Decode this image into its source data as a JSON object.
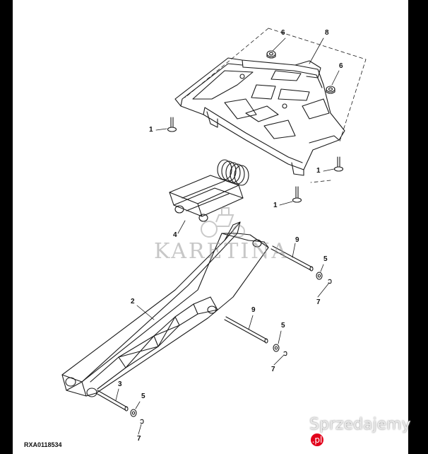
{
  "drawing": {
    "id": "RXA0118534",
    "watermark": "KARETINA",
    "badge_text": "Sprzedajemy",
    "badge_suffix": ".pl"
  },
  "callouts": [
    {
      "key": "c6a",
      "text": "6"
    },
    {
      "key": "c8",
      "text": "8"
    },
    {
      "key": "c6b",
      "text": "6"
    },
    {
      "key": "c1a",
      "text": "1"
    },
    {
      "key": "c1b",
      "text": "1"
    },
    {
      "key": "c1c",
      "text": "1"
    },
    {
      "key": "c4",
      "text": "4"
    },
    {
      "key": "c9a",
      "text": "9"
    },
    {
      "key": "c5a",
      "text": "5"
    },
    {
      "key": "c7a",
      "text": "7"
    },
    {
      "key": "c2",
      "text": "2"
    },
    {
      "key": "c9b",
      "text": "9"
    },
    {
      "key": "c5b",
      "text": "5"
    },
    {
      "key": "c7b",
      "text": "7"
    },
    {
      "key": "c3",
      "text": "3"
    },
    {
      "key": "c5c",
      "text": "5"
    },
    {
      "key": "c7c",
      "text": "7"
    }
  ],
  "colors": {
    "line": "#1a1a1a",
    "background": "#ffffff",
    "border": "#000000",
    "badge_accent": "#e2001a"
  },
  "icons": [
    "tractor-logo-icon"
  ]
}
